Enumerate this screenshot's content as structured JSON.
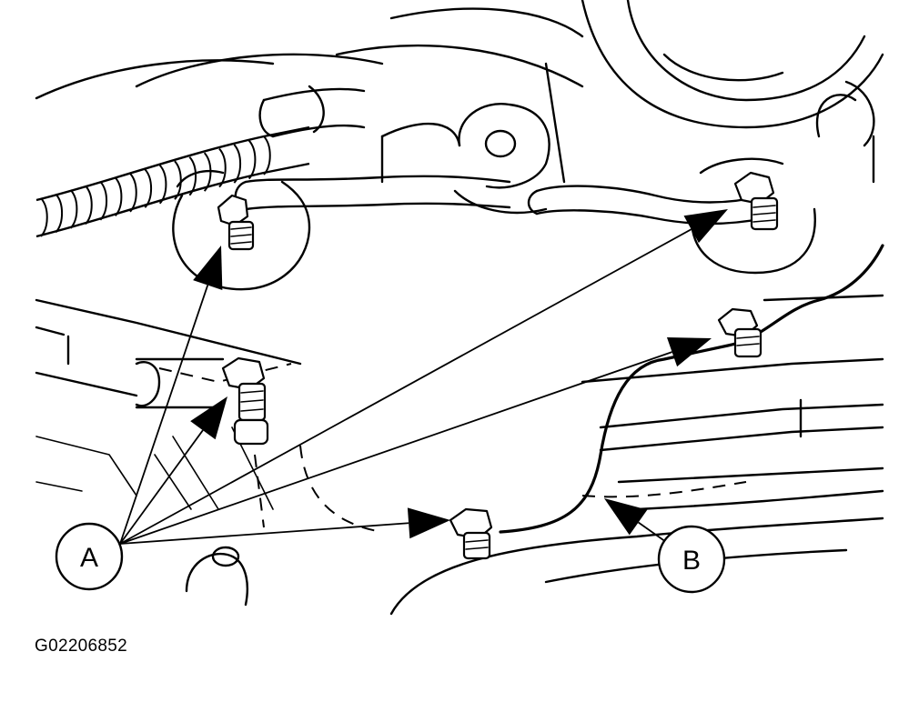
{
  "callouts": {
    "a": "A",
    "b": "B"
  },
  "figure_id": "G02206852",
  "colors": {
    "ink": "#000000",
    "paper": "#ffffff"
  },
  "icons": {
    "bolt": "hex-head-bolt-icon",
    "arrow": "arrowhead-icon"
  }
}
